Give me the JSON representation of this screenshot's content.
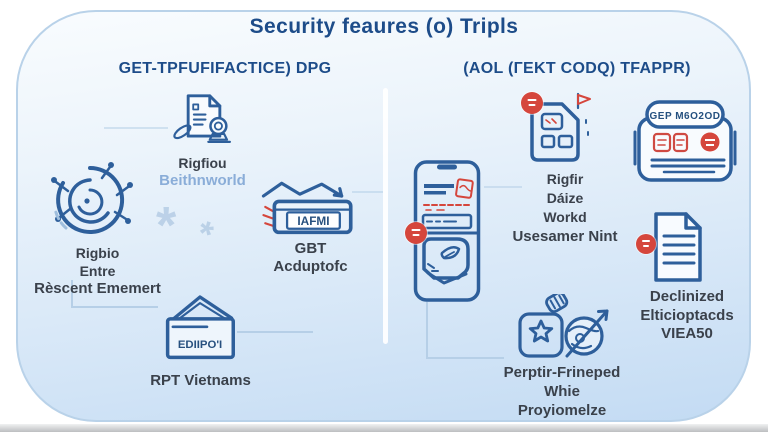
{
  "title": "Security feaures (o) Tripls",
  "colors": {
    "navy_stroke": "#2e5f9b",
    "heading_blue": "#1d4c89",
    "accent_red": "#d5463c",
    "label_dark": "#3a414b",
    "label_light_blue": "#8aadd8",
    "connector_blue": "#b6cfe7",
    "card_border": "#b9d2e9",
    "card_top": "#f9fcfe",
    "card_bottom": "#c3dbf3"
  },
  "sections": {
    "left": {
      "header": "GET-TPFUFIFACTICE) DPG",
      "items": {
        "fingerprint": {
          "icon": "fingerprint-scan-icon",
          "lines": [
            "Rigbio",
            "Entre",
            "Rèscent Ememert"
          ]
        },
        "document": {
          "icon": "document-verification-icon",
          "line1": "Rigfiou",
          "line2": "Beithnworld"
        },
        "wallet": {
          "icon": "wallet-icon",
          "badge_text": "IAFMI",
          "lines": [
            "GBT",
            "Acduptofc"
          ]
        },
        "envelope": {
          "icon": "envelope-icon",
          "badge_text": "EDIIPO'I",
          "label": "RPT Vietnams"
        }
      }
    },
    "right": {
      "header": "(AOL (ГEKT CODQ) TFAPPR)",
      "items": {
        "phone": {
          "icon": "smartphone-security-icon"
        },
        "sim": {
          "icon": "sim-card-icon",
          "lines": [
            "Rigfir",
            "Dáize",
            "Workd",
            "Usesamer Nint"
          ]
        },
        "browser": {
          "icon": "browser-window-icon",
          "header_text": "GEP M6O2OD"
        },
        "document": {
          "icon": "document-list-icon",
          "lines": [
            "Declinized",
            "Elticioptacds",
            "VIEA50"
          ]
        },
        "globe": {
          "icon": "globe-star-icon",
          "lines": [
            "Perptir-Frineped",
            "Whie",
            "Proyiomelze"
          ]
        }
      }
    }
  }
}
